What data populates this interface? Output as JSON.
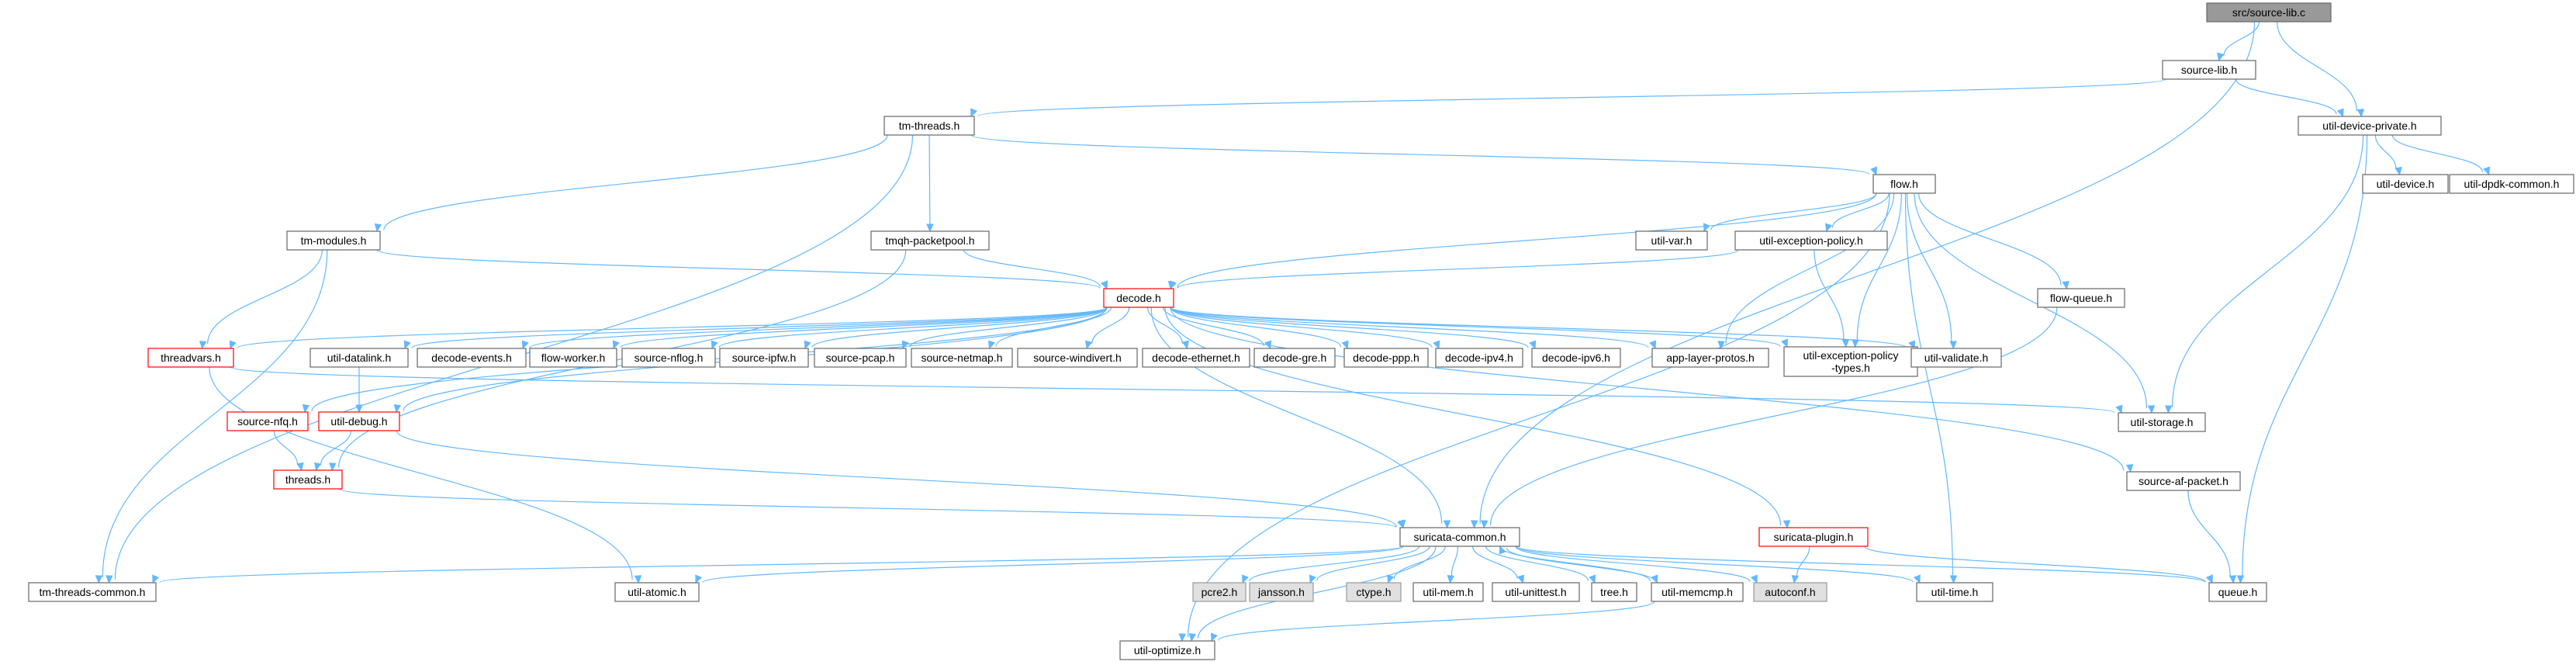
{
  "colors": {
    "edge": "#63b8ff",
    "border": "#666666",
    "root_fill": "#999999",
    "missing_border": "#ff0000",
    "external_fill": "#e0e0e0"
  },
  "nodes": [
    {
      "id": "root",
      "lines": [
        "src/source-lib.c"
      ],
      "style": "root"
    },
    {
      "id": "source_lib_h",
      "lines": [
        "source-lib.h"
      ]
    },
    {
      "id": "util_device_private_h",
      "lines": [
        "util-device-private.h"
      ]
    },
    {
      "id": "tm_threads_h",
      "lines": [
        "tm-threads.h"
      ]
    },
    {
      "id": "util_device_h",
      "lines": [
        "util-device.h"
      ]
    },
    {
      "id": "util_dpdk_common_h",
      "lines": [
        "util-dpdk-common.h"
      ]
    },
    {
      "id": "flow_h",
      "lines": [
        "flow.h"
      ]
    },
    {
      "id": "tm_modules_h",
      "lines": [
        "tm-modules.h"
      ]
    },
    {
      "id": "tmqh_packetpool_h",
      "lines": [
        "tmqh-packetpool.h"
      ]
    },
    {
      "id": "util_var_h",
      "lines": [
        "util-var.h"
      ]
    },
    {
      "id": "util_exception_policy_h",
      "lines": [
        "util-exception-policy.h"
      ]
    },
    {
      "id": "decode_h",
      "lines": [
        "decode.h"
      ],
      "style": "red"
    },
    {
      "id": "flow_queue_h",
      "lines": [
        "flow-queue.h"
      ]
    },
    {
      "id": "threadvars_h",
      "lines": [
        "threadvars.h"
      ],
      "style": "red"
    },
    {
      "id": "util_datalink_h",
      "lines": [
        "util-datalink.h"
      ]
    },
    {
      "id": "decode_events_h",
      "lines": [
        "decode-events.h"
      ]
    },
    {
      "id": "flow_worker_h",
      "lines": [
        "flow-worker.h"
      ]
    },
    {
      "id": "source_nflog_h",
      "lines": [
        "source-nflog.h"
      ]
    },
    {
      "id": "source_ipfw_h",
      "lines": [
        "source-ipfw.h"
      ]
    },
    {
      "id": "source_pcap_h",
      "lines": [
        "source-pcap.h"
      ]
    },
    {
      "id": "source_netmap_h",
      "lines": [
        "source-netmap.h"
      ]
    },
    {
      "id": "source_windivert_h",
      "lines": [
        "source-windivert.h"
      ]
    },
    {
      "id": "decode_ethernet_h",
      "lines": [
        "decode-ethernet.h"
      ]
    },
    {
      "id": "decode_gre_h",
      "lines": [
        "decode-gre.h"
      ]
    },
    {
      "id": "decode_ppp_h",
      "lines": [
        "decode-ppp.h"
      ]
    },
    {
      "id": "decode_ipv4_h",
      "lines": [
        "decode-ipv4.h"
      ]
    },
    {
      "id": "decode_ipv6_h",
      "lines": [
        "decode-ipv6.h"
      ]
    },
    {
      "id": "app_layer_protos_h",
      "lines": [
        "app-layer-protos.h"
      ]
    },
    {
      "id": "util_exception_policy_types_h",
      "lines": [
        "util-exception-policy",
        "-types.h"
      ]
    },
    {
      "id": "util_validate_h",
      "lines": [
        "util-validate.h"
      ]
    },
    {
      "id": "source_nfq_h",
      "lines": [
        "source-nfq.h"
      ],
      "style": "red"
    },
    {
      "id": "util_debug_h",
      "lines": [
        "util-debug.h"
      ],
      "style": "red"
    },
    {
      "id": "util_storage_h",
      "lines": [
        "util-storage.h"
      ]
    },
    {
      "id": "threads_h",
      "lines": [
        "threads.h"
      ],
      "style": "red"
    },
    {
      "id": "source_af_packet_h",
      "lines": [
        "source-af-packet.h"
      ]
    },
    {
      "id": "suricata_common_h",
      "lines": [
        "suricata-common.h"
      ]
    },
    {
      "id": "suricata_plugin_h",
      "lines": [
        "suricata-plugin.h"
      ],
      "style": "red"
    },
    {
      "id": "tm_threads_common_h",
      "lines": [
        "tm-threads-common.h"
      ]
    },
    {
      "id": "util_atomic_h",
      "lines": [
        "util-atomic.h"
      ]
    },
    {
      "id": "pcre2_h",
      "lines": [
        "pcre2.h"
      ],
      "style": "gray"
    },
    {
      "id": "jansson_h",
      "lines": [
        "jansson.h"
      ],
      "style": "gray"
    },
    {
      "id": "ctype_h",
      "lines": [
        "ctype.h"
      ],
      "style": "gray"
    },
    {
      "id": "util_mem_h",
      "lines": [
        "util-mem.h"
      ]
    },
    {
      "id": "util_unittest_h",
      "lines": [
        "util-unittest.h"
      ]
    },
    {
      "id": "tree_h",
      "lines": [
        "tree.h"
      ]
    },
    {
      "id": "util_memcmp_h",
      "lines": [
        "util-memcmp.h"
      ]
    },
    {
      "id": "autoconf_h",
      "lines": [
        "autoconf.h"
      ],
      "style": "gray"
    },
    {
      "id": "util_time_h",
      "lines": [
        "util-time.h"
      ]
    },
    {
      "id": "queue_h",
      "lines": [
        "queue.h"
      ]
    },
    {
      "id": "util_optimize_h",
      "lines": [
        "util-optimize.h"
      ]
    }
  ],
  "edges": [
    [
      "root",
      "source_lib_h"
    ],
    [
      "root",
      "util_device_private_h"
    ],
    [
      "root",
      "suricata_common_h"
    ],
    [
      "source_lib_h",
      "tm_threads_h"
    ],
    [
      "source_lib_h",
      "util_device_private_h"
    ],
    [
      "util_device_private_h",
      "util_device_h"
    ],
    [
      "util_device_private_h",
      "util_dpdk_common_h"
    ],
    [
      "util_device_private_h",
      "util_storage_h"
    ],
    [
      "util_device_private_h",
      "queue_h"
    ],
    [
      "tm_threads_h",
      "flow_h"
    ],
    [
      "tm_threads_h",
      "tm_modules_h"
    ],
    [
      "tm_threads_h",
      "tmqh_packetpool_h"
    ],
    [
      "tm_threads_h",
      "tm_threads_common_h"
    ],
    [
      "flow_h",
      "util_var_h"
    ],
    [
      "flow_h",
      "util_exception_policy_h"
    ],
    [
      "flow_h",
      "decode_h"
    ],
    [
      "flow_h",
      "flow_queue_h"
    ],
    [
      "flow_h",
      "app_layer_protos_h"
    ],
    [
      "flow_h",
      "util_exception_policy_types_h"
    ],
    [
      "flow_h",
      "util_validate_h"
    ],
    [
      "flow_h",
      "util_storage_h"
    ],
    [
      "flow_h",
      "util_time_h"
    ],
    [
      "flow_h",
      "util_optimize_h"
    ],
    [
      "util_exception_policy_h",
      "decode_h"
    ],
    [
      "util_exception_policy_h",
      "util_exception_policy_types_h"
    ],
    [
      "tm_modules_h",
      "threadvars_h"
    ],
    [
      "tm_modules_h",
      "decode_h"
    ],
    [
      "tm_modules_h",
      "tm_threads_common_h"
    ],
    [
      "tmqh_packetpool_h",
      "decode_h"
    ],
    [
      "tmqh_packetpool_h",
      "threads_h"
    ],
    [
      "decode_h",
      "threadvars_h"
    ],
    [
      "decode_h",
      "util_datalink_h"
    ],
    [
      "decode_h",
      "decode_events_h"
    ],
    [
      "decode_h",
      "flow_worker_h"
    ],
    [
      "decode_h",
      "source_nflog_h"
    ],
    [
      "decode_h",
      "source_ipfw_h"
    ],
    [
      "decode_h",
      "source_pcap_h"
    ],
    [
      "decode_h",
      "source_netmap_h"
    ],
    [
      "decode_h",
      "source_windivert_h"
    ],
    [
      "decode_h",
      "decode_ethernet_h"
    ],
    [
      "decode_h",
      "decode_gre_h"
    ],
    [
      "decode_h",
      "decode_ppp_h"
    ],
    [
      "decode_h",
      "decode_ipv4_h"
    ],
    [
      "decode_h",
      "decode_ipv6_h"
    ],
    [
      "decode_h",
      "app_layer_protos_h"
    ],
    [
      "decode_h",
      "util_exception_policy_types_h"
    ],
    [
      "decode_h",
      "util_validate_h"
    ],
    [
      "decode_h",
      "source_nfq_h"
    ],
    [
      "decode_h",
      "util_debug_h"
    ],
    [
      "decode_h",
      "source_af_packet_h"
    ],
    [
      "decode_h",
      "suricata_plugin_h"
    ],
    [
      "decode_h",
      "suricata_common_h"
    ],
    [
      "threadvars_h",
      "util_storage_h"
    ],
    [
      "threadvars_h",
      "util_atomic_h"
    ],
    [
      "util_datalink_h",
      "util_debug_h"
    ],
    [
      "flow_queue_h",
      "suricata_common_h"
    ],
    [
      "source_nfq_h",
      "threads_h"
    ],
    [
      "util_debug_h",
      "threads_h"
    ],
    [
      "util_debug_h",
      "suricata_common_h"
    ],
    [
      "threads_h",
      "suricata_common_h"
    ],
    [
      "source_af_packet_h",
      "queue_h"
    ],
    [
      "suricata_plugin_h",
      "autoconf_h"
    ],
    [
      "suricata_plugin_h",
      "queue_h"
    ],
    [
      "suricata_common_h",
      "tm_threads_common_h"
    ],
    [
      "suricata_common_h",
      "util_atomic_h"
    ],
    [
      "suricata_common_h",
      "pcre2_h"
    ],
    [
      "suricata_common_h",
      "jansson_h"
    ],
    [
      "suricata_common_h",
      "ctype_h"
    ],
    [
      "suricata_common_h",
      "util_mem_h"
    ],
    [
      "suricata_common_h",
      "util_unittest_h"
    ],
    [
      "suricata_common_h",
      "tree_h"
    ],
    [
      "suricata_common_h",
      "util_memcmp_h"
    ],
    [
      "suricata_common_h",
      "autoconf_h"
    ],
    [
      "suricata_common_h",
      "util_time_h"
    ],
    [
      "suricata_common_h",
      "queue_h"
    ],
    [
      "suricata_common_h",
      "util_optimize_h"
    ],
    [
      "util_memcmp_h",
      "suricata_common_h"
    ],
    [
      "util_memcmp_h",
      "util_optimize_h"
    ]
  ]
}
